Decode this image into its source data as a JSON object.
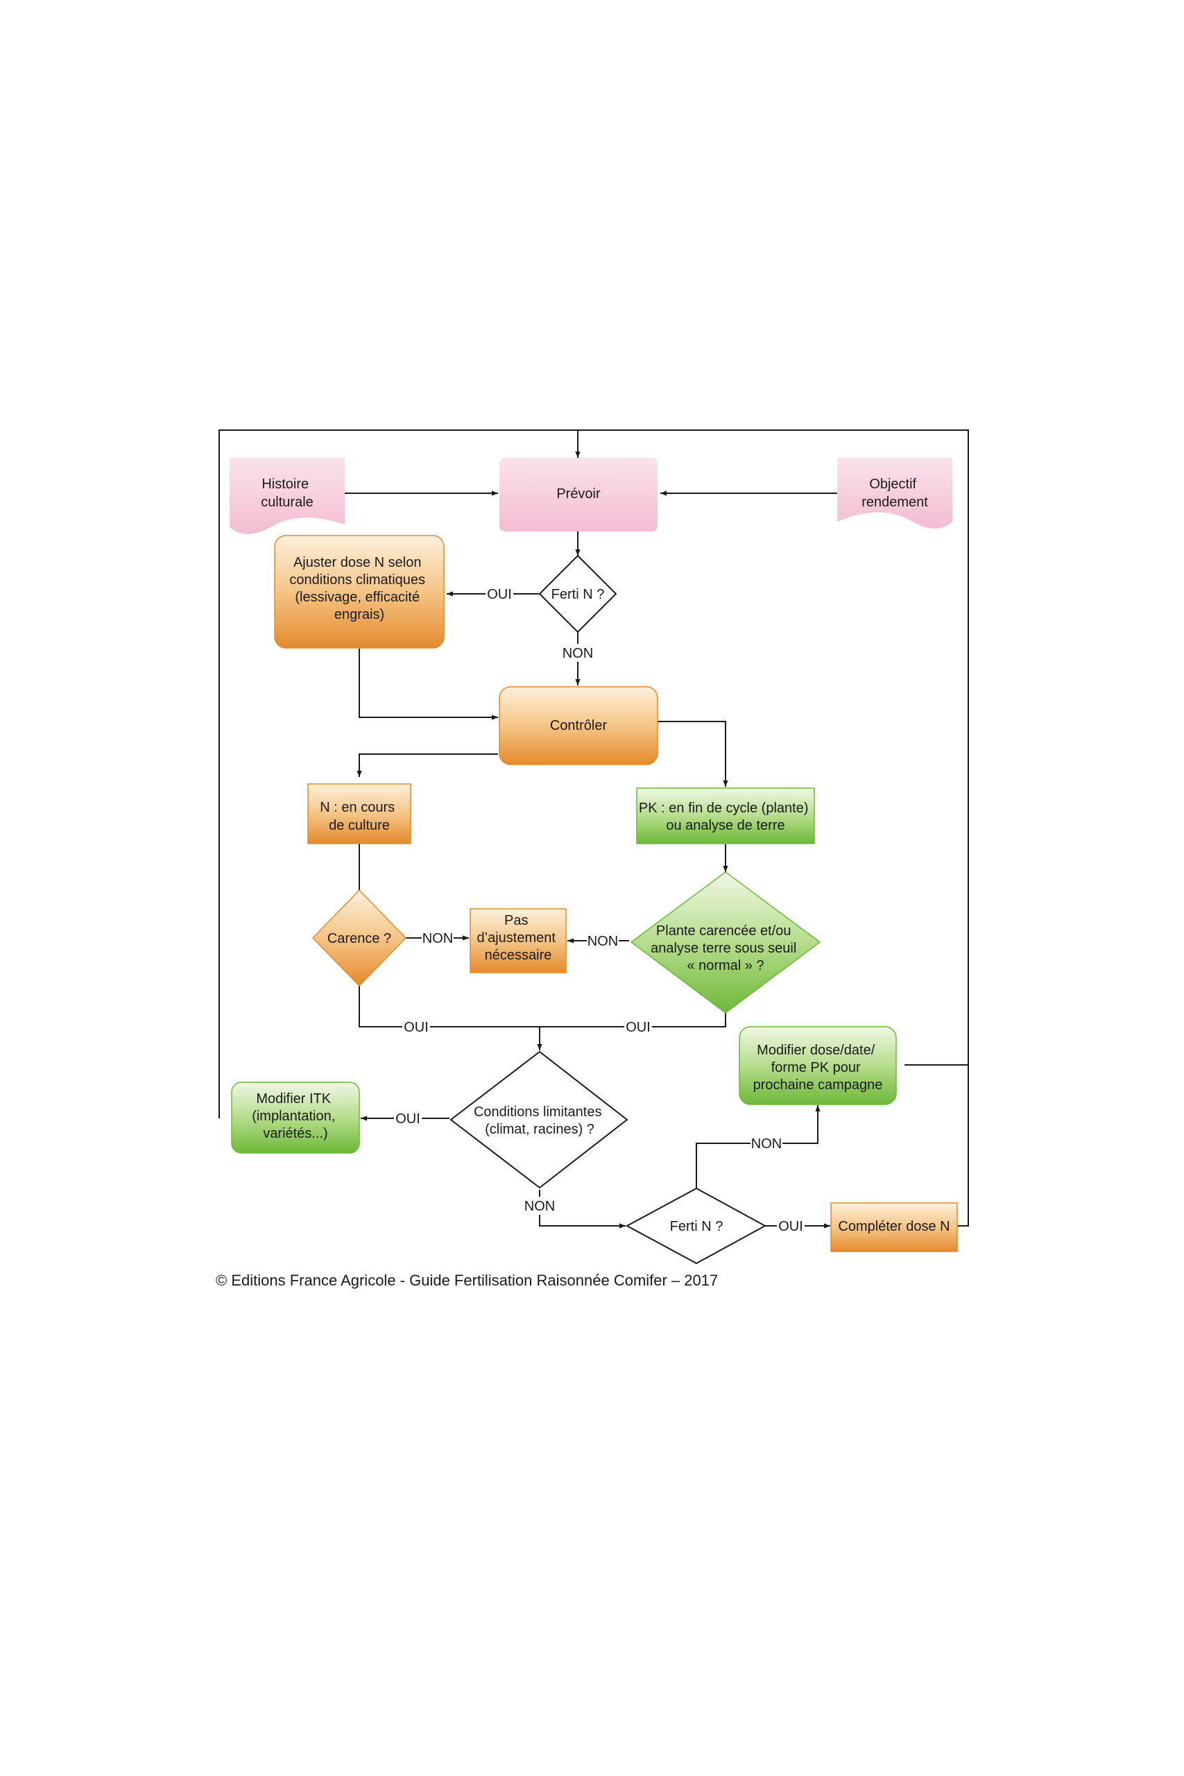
{
  "nodes": {
    "histoire": [
      "Histoire",
      "culturale"
    ],
    "prevoir": [
      "Prévoir"
    ],
    "objectif": [
      "Objectif",
      "rendement"
    ],
    "ajuster": [
      "Ajuster dose N selon",
      "conditions climatiques",
      "(lessivage, efficacité",
      "engrais)"
    ],
    "ferti_n_1": [
      "Ferti N ?"
    ],
    "controler": [
      "Contrôler"
    ],
    "n_en_cours": [
      "N : en cours",
      "de culture"
    ],
    "pk_fin": [
      "PK : en fin de cycle (plante)",
      "ou analyse de terre"
    ],
    "carence": [
      "Carence ?"
    ],
    "pas_ajustement": [
      "Pas",
      "d’ajustement",
      "nécessaire"
    ],
    "plante_carencee": [
      "Plante carencée et/ou",
      "analyse terre sous seuil",
      "« normal » ?"
    ],
    "modifier_dose": [
      "Modifier dose/date/",
      "forme PK pour",
      "prochaine campagne"
    ],
    "conditions_limitantes": [
      "Conditions limitantes",
      "(climat, racines) ?"
    ],
    "modifier_itk": [
      "Modifier ITK",
      "(implantation,",
      "variétés...)"
    ],
    "ferti_n_2": [
      "Ferti N ?"
    ],
    "completer": [
      "Compléter dose N"
    ]
  },
  "edges": {
    "oui": "OUI",
    "non": "NON"
  },
  "copyright": "© Editions France Agricole - Guide Fertilisation Raisonnée Comifer – 2017",
  "colors": {
    "pink": "#f6c6d8",
    "orange": "#e89a3c",
    "green": "#7cc246",
    "line": "#1a1a1a"
  }
}
